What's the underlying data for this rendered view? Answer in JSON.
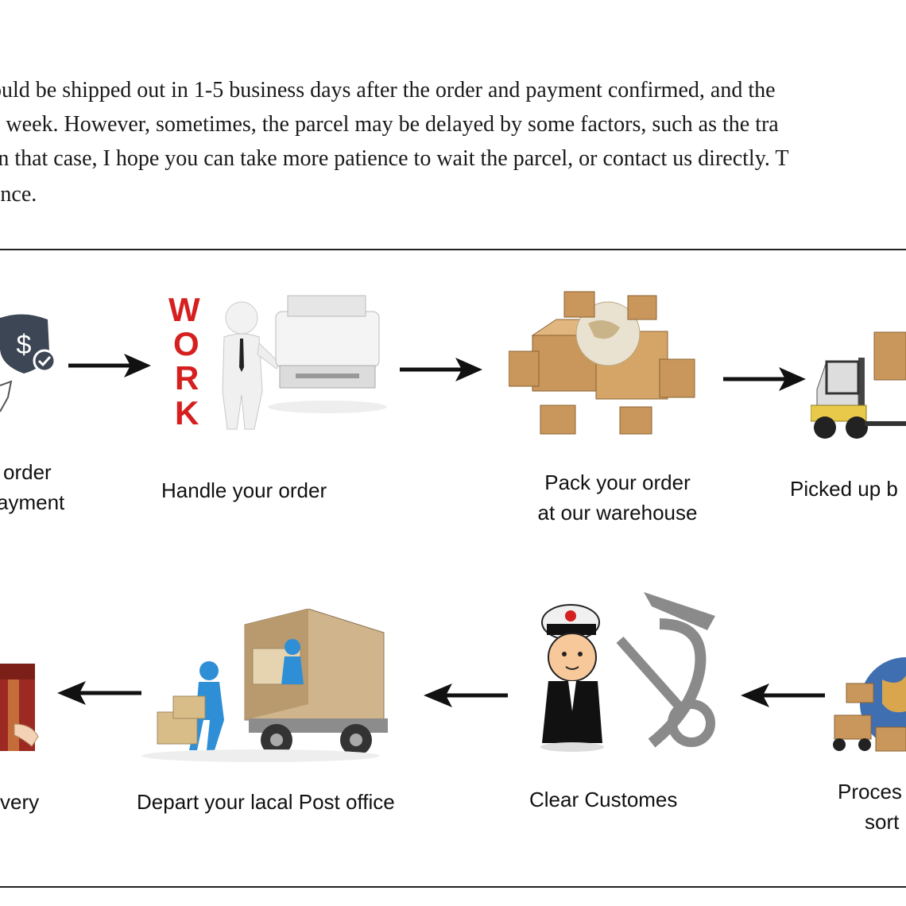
{
  "description_lines": [
    "ould be shipped out in 1-5 business days after the order and  payment confirmed, and the",
    "a week. However, sometimes, the parcel may be delayed by some factors, such as the tra",
    "In that case, I hope you can take more patience to wait the parcel, or contact us directly. T",
    "ance."
  ],
  "steps": {
    "order": {
      "line1": "order",
      "line2": "ayment"
    },
    "handle": {
      "label": "Handle your order",
      "sign": "WORK"
    },
    "pack": {
      "line1": "Pack your order",
      "line2": "at our warehouse"
    },
    "picked": {
      "label": "Picked up b"
    },
    "delivery": {
      "label": "very"
    },
    "depart": {
      "label": "Depart your lacal Post office"
    },
    "customs": {
      "label": "Clear Customes"
    },
    "process": {
      "line1": "Proces",
      "line2": "sort"
    }
  },
  "icons": {
    "payment": "dollar-shield-icon",
    "work": "worker-printer-illustration",
    "boxes": "boxes-globe-illustration",
    "forklift": "forklift-illustration",
    "gift": "gift-box-illustration",
    "truck": "delivery-truck-illustration",
    "customs": "customs-officer-illustration",
    "globe": "globe-packages-illustration"
  },
  "colors": {
    "accent_red": "#d61f1f",
    "box_tan": "#c9975b",
    "text": "#111111"
  }
}
